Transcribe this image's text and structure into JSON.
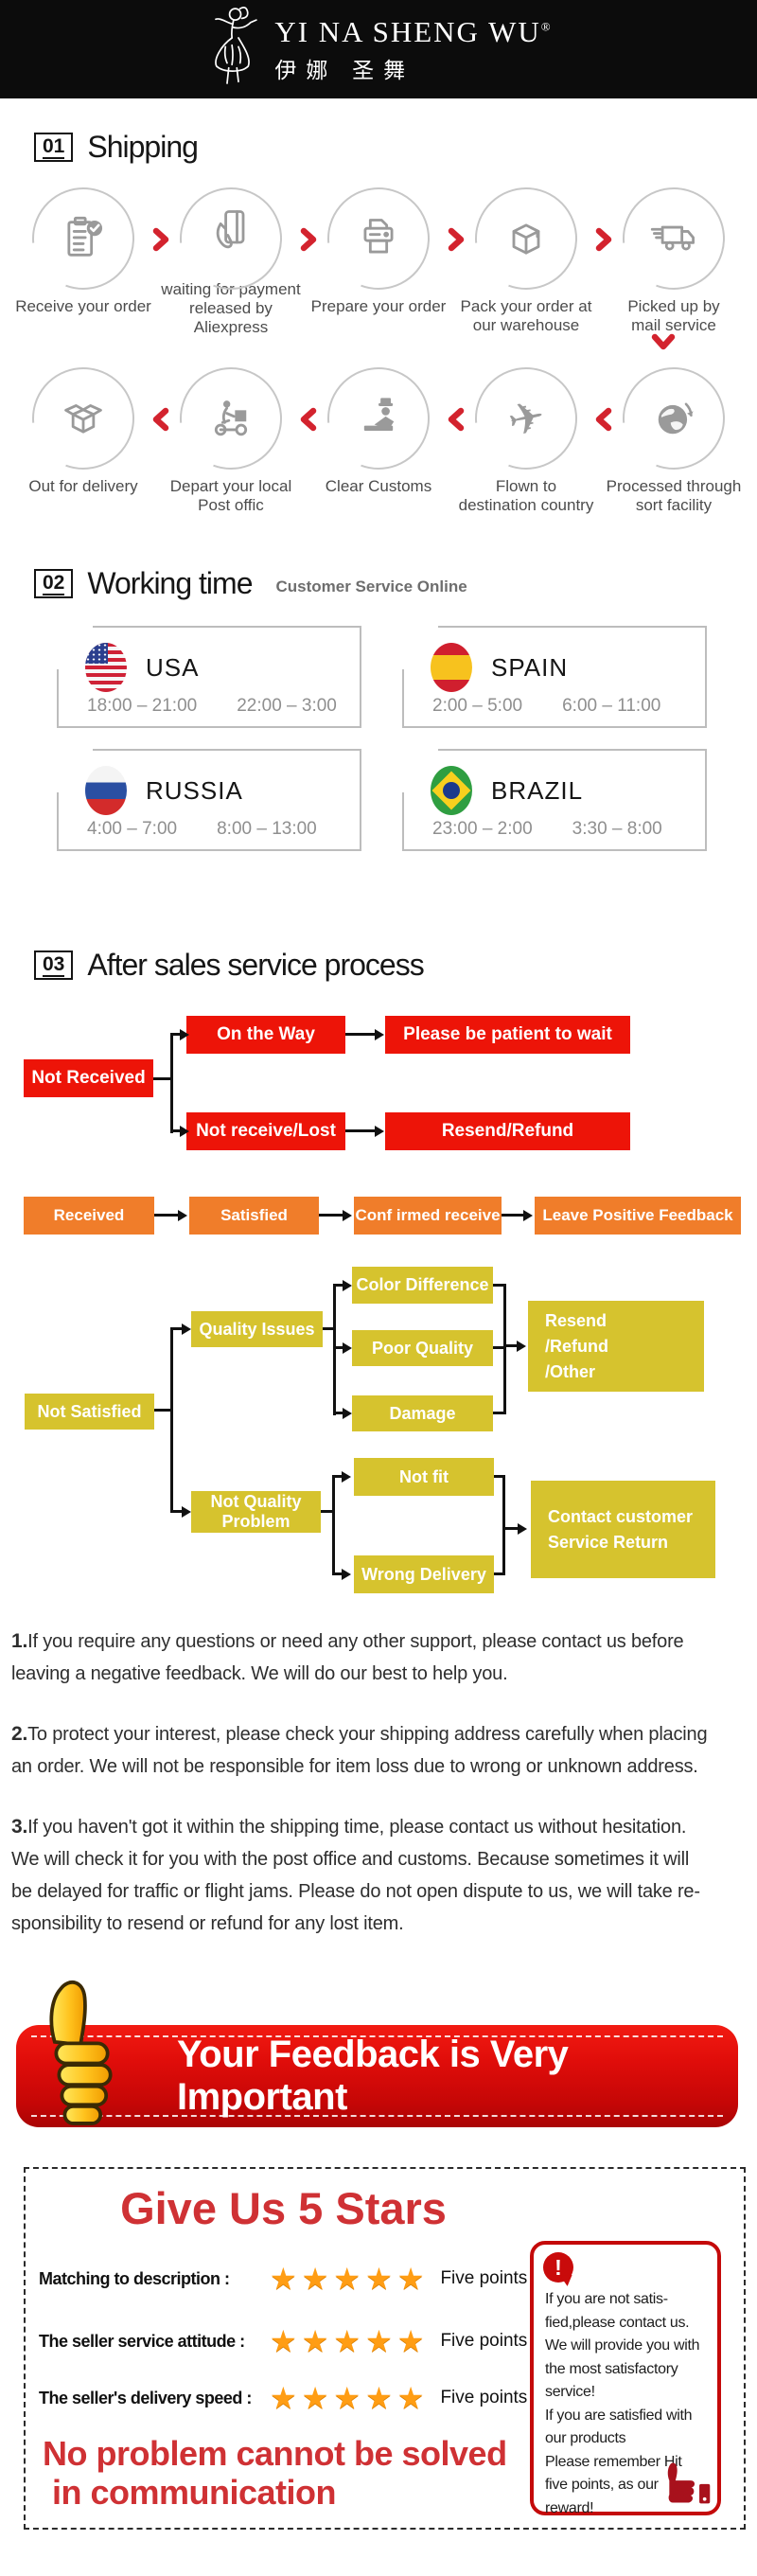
{
  "colors": {
    "flow_red": "#ed1408",
    "flow_orange": "#f07d2a",
    "flow_yellow": "#d6c32e",
    "accent_arrow_red": "#d3232e",
    "banner_red": "#d70f0f",
    "title_red": "#cf3134",
    "star_orange": "#ff9d14"
  },
  "header": {
    "brand": "YI NA SHENG WU",
    "reg": "®",
    "brand_cn": "伊娜 圣舞"
  },
  "section1": {
    "num": "01",
    "title": "Shipping"
  },
  "section2": {
    "num": "02",
    "title": "Working time",
    "subtitle": "Customer Service Online"
  },
  "section3": {
    "num": "03",
    "title": "After sales service process"
  },
  "shipping": {
    "row1": [
      {
        "icon": "order-checklist-icon",
        "label": "Receive your order"
      },
      {
        "icon": "payment-card-icon",
        "label": "waiting for payment\nreleased by Aliexpress"
      },
      {
        "icon": "printer-icon",
        "label": "Prepare your order"
      },
      {
        "icon": "package-box-icon",
        "label": "Pack your order at\nour warehouse"
      },
      {
        "icon": "delivery-truck-icon",
        "label": "Picked up by\nmail service"
      }
    ],
    "row2": [
      {
        "icon": "open-box-icon",
        "label": "Out for delivery"
      },
      {
        "icon": "courier-scooter-icon",
        "label": "Depart your local\nPost offic"
      },
      {
        "icon": "customs-officer-icon",
        "label": "Clear Customs"
      },
      {
        "icon": "airplane-icon",
        "label": "Flown to\ndestination country"
      },
      {
        "icon": "globe-icon",
        "label": "Processed through\nsort facility"
      }
    ],
    "plane_glyph": "✈"
  },
  "working_time": [
    {
      "country": "USA",
      "flag": "usa-flag-icon",
      "hours": [
        "18:00 – 21:00",
        "22:00 – 3:00"
      ]
    },
    {
      "country": "SPAIN",
      "flag": "spain-flag-icon",
      "hours": [
        "2:00 – 5:00",
        "6:00 – 11:00"
      ]
    },
    {
      "country": "RUSSIA",
      "flag": "russia-flag-icon",
      "hours": [
        "4:00 – 7:00",
        "8:00 – 13:00"
      ]
    },
    {
      "country": "BRAZIL",
      "flag": "brazil-flag-icon",
      "hours": [
        "23:00 – 2:00",
        "3:30 – 8:00"
      ]
    }
  ],
  "flow_red": {
    "root": "Not Received",
    "b1": "On the Way",
    "b2": "Please be patient to wait",
    "b3": "Not receive/Lost",
    "b4": "Resend/Refund"
  },
  "flow_orange": {
    "b0": "Received",
    "b1": "Satisfied",
    "b2": "Conf irmed receive",
    "b3": "Leave Positive Feedback"
  },
  "flow_yellow": {
    "root": "Not Satisfied",
    "q": "Quality Issues",
    "q1": "Color Difference",
    "q2": "Poor Quality",
    "q3": "Damage",
    "qr": "Resend\n/Refund\n/Other",
    "n": "Not Quality\nProblem",
    "n1": "Not fit",
    "n2": "Wrong Delivery",
    "nr": "Contact customer\nService Return"
  },
  "notes": [
    {
      "num": "1.",
      "text": "If you require any questions or need any other support, please contact us before\nleaving a negative feedback. We will do our best to help you."
    },
    {
      "num": "2.",
      "text": "To protect your interest, please check your shipping address carefully when placing\nan order. We will not be responsible for item loss due to wrong or unknown address."
    },
    {
      "num": "3.",
      "text": "If you haven't got it within the shipping time, please contact us without hesitation.\nWe will check it for you with the post office and customs. Because sometimes it will\nbe delayed for traffic or flight jams. Please do not open dispute to us, we will take re-\nsponsibility to resend or refund for any lost item."
    }
  ],
  "banner": {
    "text": "Your Feedback is Very Important"
  },
  "feedback": {
    "title": "Give Us 5 Stars",
    "rows": [
      {
        "label": "Matching to description :",
        "stars": "★★★★★",
        "suffix": "Five points"
      },
      {
        "label": "The seller service attitude :",
        "stars": "★★★★★",
        "suffix": "Five points"
      },
      {
        "label": "The seller's delivery speed :",
        "stars": "★★★★★",
        "suffix": "Five points"
      }
    ],
    "tip": {
      "icon": "!",
      "text": "If you are not satis-\nfied,please contact us.\nWe will provide you with\nthe most satisfactory\nservice!\nIf you are satisfied with\nour products\nPlease remember Hit\nfive points, as our\nreward!"
    },
    "slogan_line1": "No problem cannot be solved",
    "slogan_line2": "in communication"
  }
}
